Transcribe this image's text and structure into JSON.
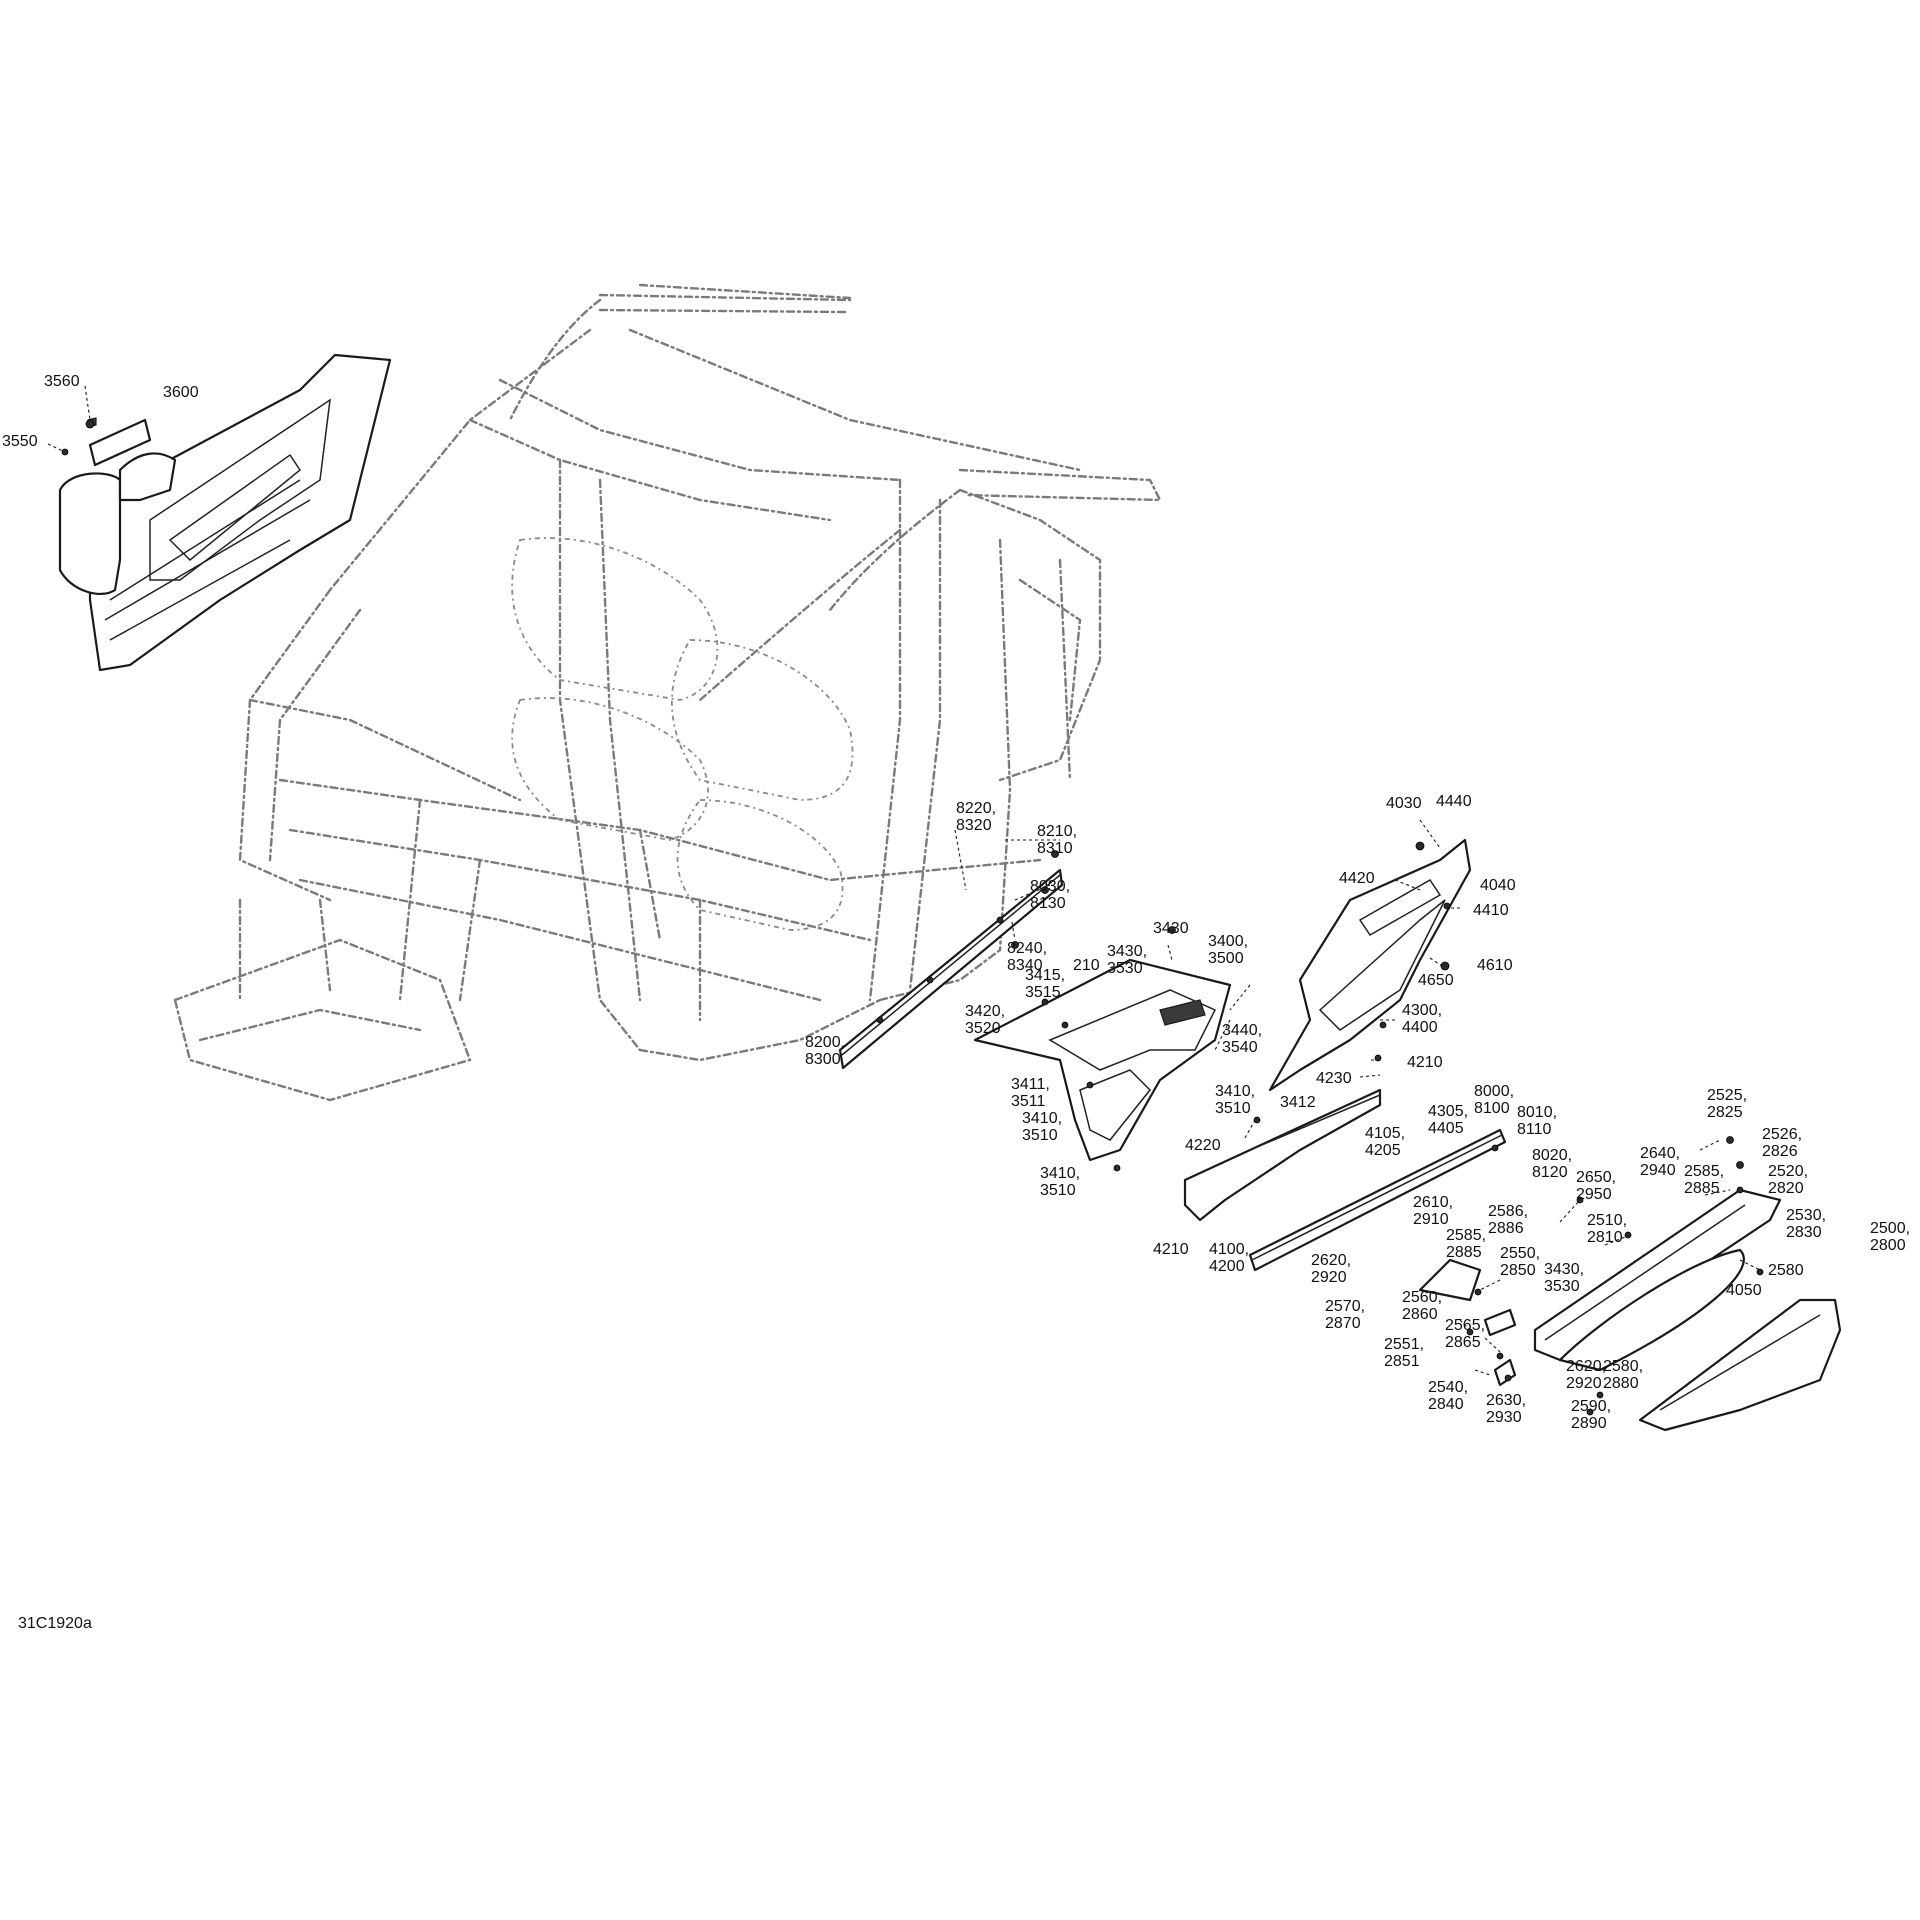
{
  "figure_id": "31C1920a",
  "callouts": [
    {
      "lines": [
        "3560"
      ]
    },
    {
      "lines": [
        "3600"
      ]
    },
    {
      "lines": [
        "3550"
      ]
    },
    {
      "lines": [
        "8220,",
        "8320"
      ]
    },
    {
      "lines": [
        "8210,",
        "8310"
      ]
    },
    {
      "lines": [
        "8030,",
        "8130"
      ]
    },
    {
      "lines": [
        "8240,",
        "8340"
      ]
    },
    {
      "lines": [
        "8200,",
        "8300"
      ]
    },
    {
      "lines": [
        "3430"
      ]
    },
    {
      "lines": [
        "3400,",
        "3500"
      ]
    },
    {
      "lines": [
        "3415,",
        "3515"
      ]
    },
    {
      "lines": [
        "210"
      ]
    },
    {
      "lines": [
        "3430,",
        "3530"
      ]
    },
    {
      "lines": [
        "3420,",
        "3520"
      ]
    },
    {
      "lines": [
        "3440,",
        "3540"
      ]
    },
    {
      "lines": [
        "3411,",
        "3511"
      ]
    },
    {
      "lines": [
        "3410,",
        "3510"
      ]
    },
    {
      "lines": [
        "3410,",
        "3510"
      ]
    },
    {
      "lines": [
        "3410,",
        "3510"
      ]
    },
    {
      "lines": [
        "3412"
      ]
    },
    {
      "lines": [
        "4030"
      ]
    },
    {
      "lines": [
        "4440"
      ]
    },
    {
      "lines": [
        "4420"
      ]
    },
    {
      "lines": [
        "4040"
      ]
    },
    {
      "lines": [
        "4410"
      ]
    },
    {
      "lines": [
        "4650"
      ]
    },
    {
      "lines": [
        "4610"
      ]
    },
    {
      "lines": [
        "4300,",
        "4400"
      ]
    },
    {
      "lines": [
        "4210"
      ]
    },
    {
      "lines": [
        "4230"
      ]
    },
    {
      "lines": [
        "4220"
      ]
    },
    {
      "lines": [
        "4105,",
        "4205"
      ]
    },
    {
      "lines": [
        "4305,",
        "4405"
      ]
    },
    {
      "lines": [
        "8000,",
        "8100"
      ]
    },
    {
      "lines": [
        "8010,",
        "8110"
      ]
    },
    {
      "lines": [
        "8020,",
        "8120"
      ]
    },
    {
      "lines": [
        "4210"
      ]
    },
    {
      "lines": [
        "4100,",
        "4200"
      ]
    },
    {
      "lines": [
        "2525,",
        "2825"
      ]
    },
    {
      "lines": [
        "2526,",
        "2826"
      ]
    },
    {
      "lines": [
        "2640,",
        "2940"
      ]
    },
    {
      "lines": [
        "2585,",
        "2885"
      ]
    },
    {
      "lines": [
        "2520,",
        "2820"
      ]
    },
    {
      "lines": [
        "2650,",
        "2950"
      ]
    },
    {
      "lines": [
        "2510,",
        "2810"
      ]
    },
    {
      "lines": [
        "2530,",
        "2830"
      ]
    },
    {
      "lines": [
        "2500,",
        "2800"
      ]
    },
    {
      "lines": [
        "2610,",
        "2910"
      ]
    },
    {
      "lines": [
        "2586,",
        "2886"
      ]
    },
    {
      "lines": [
        "2585,",
        "2885"
      ]
    },
    {
      "lines": [
        "2550,",
        "2850"
      ]
    },
    {
      "lines": [
        "3430,",
        "3530"
      ]
    },
    {
      "lines": [
        "2580"
      ]
    },
    {
      "lines": [
        "4050"
      ]
    },
    {
      "lines": [
        "2620,",
        "2920"
      ]
    },
    {
      "lines": [
        "2560,",
        "2860"
      ]
    },
    {
      "lines": [
        "2570,",
        "2870"
      ]
    },
    {
      "lines": [
        "2551,",
        "2851"
      ]
    },
    {
      "lines": [
        "2565,",
        "2865"
      ]
    },
    {
      "lines": [
        "2540,",
        "2840"
      ]
    },
    {
      "lines": [
        "2630,",
        "2930"
      ]
    },
    {
      "lines": [
        "2620,",
        "2920"
      ]
    },
    {
      "lines": [
        "2580,",
        "2880"
      ]
    },
    {
      "lines": [
        "2590,",
        "2890"
      ]
    }
  ]
}
